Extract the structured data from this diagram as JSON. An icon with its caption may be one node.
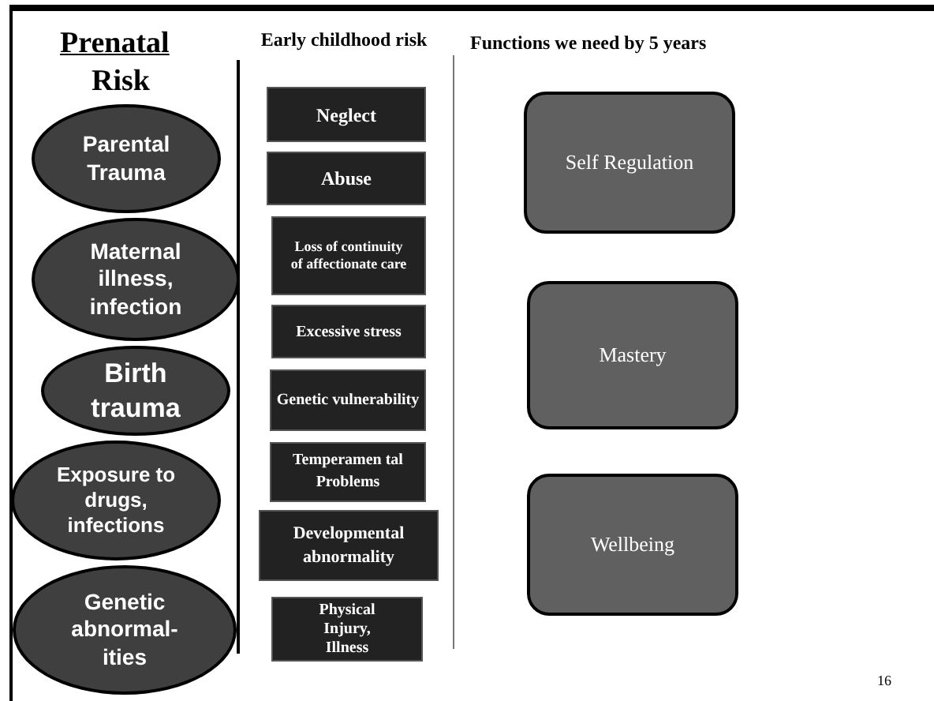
{
  "diagram": {
    "nodes": [
      {
        "text": [
          "Parental Trauma"
        ]
      },
      {
        "text": [
          "Maternal illness, infection"
        ]
      },
      {
        "text": [
          "Birth trauma"
        ]
      },
      {
        "text": [
          "Exposure to drugs, infections"
        ]
      },
      {
        "text": [
          "Genetic abnormal- ities"
        ]
      },
      {
        "text": [
          "Neglect"
        ]
      },
      {
        "text": [
          "Abuse"
        ]
      },
      {
        "text": [
          "Loss of continuity of affectionate care"
        ]
      },
      {
        "text": [
          "Excessive stress"
        ]
      },
      {
        "text": [
          "Genetic vulnerability"
        ]
      },
      {
        "text": [
          "Temperamen tal Problems"
        ]
      },
      {
        "text": [
          "Developmental abnormality"
        ]
      },
      {
        "text": [
          "Physical Injury, Illness"
        ]
      },
      {
        "text": [
          "Self Regulation"
        ]
      },
      {
        "text": [
          "Mastery"
        ]
      },
      {
        "text": [
          "Wellbeing"
        ]
      }
    ],
    "labels": [
      "Prenatal",
      "Risk",
      "Early childhood risk",
      "Functions we need by 5 years",
      "16"
    ]
  }
}
